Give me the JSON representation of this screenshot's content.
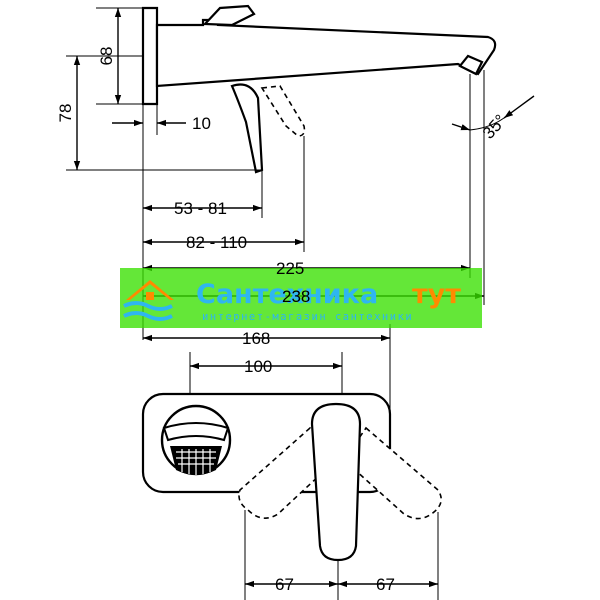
{
  "dimensions": {
    "d68": "68",
    "d78": "78",
    "d10": "10",
    "d35deg": "35°",
    "d53_81": "53 - 81",
    "d82_110": "82 - 110",
    "d225": "225",
    "d238": "238",
    "d168": "168",
    "d100": "100",
    "d67_left": "67",
    "d67_right": "67"
  },
  "watermark": {
    "title": "Сантехника",
    "accent": "тут",
    "subtitle": "интернет-магазин сантехники",
    "band_color": "#39e000",
    "title_color": "#2fb6f0",
    "accent_color": "#ff8a00"
  }
}
